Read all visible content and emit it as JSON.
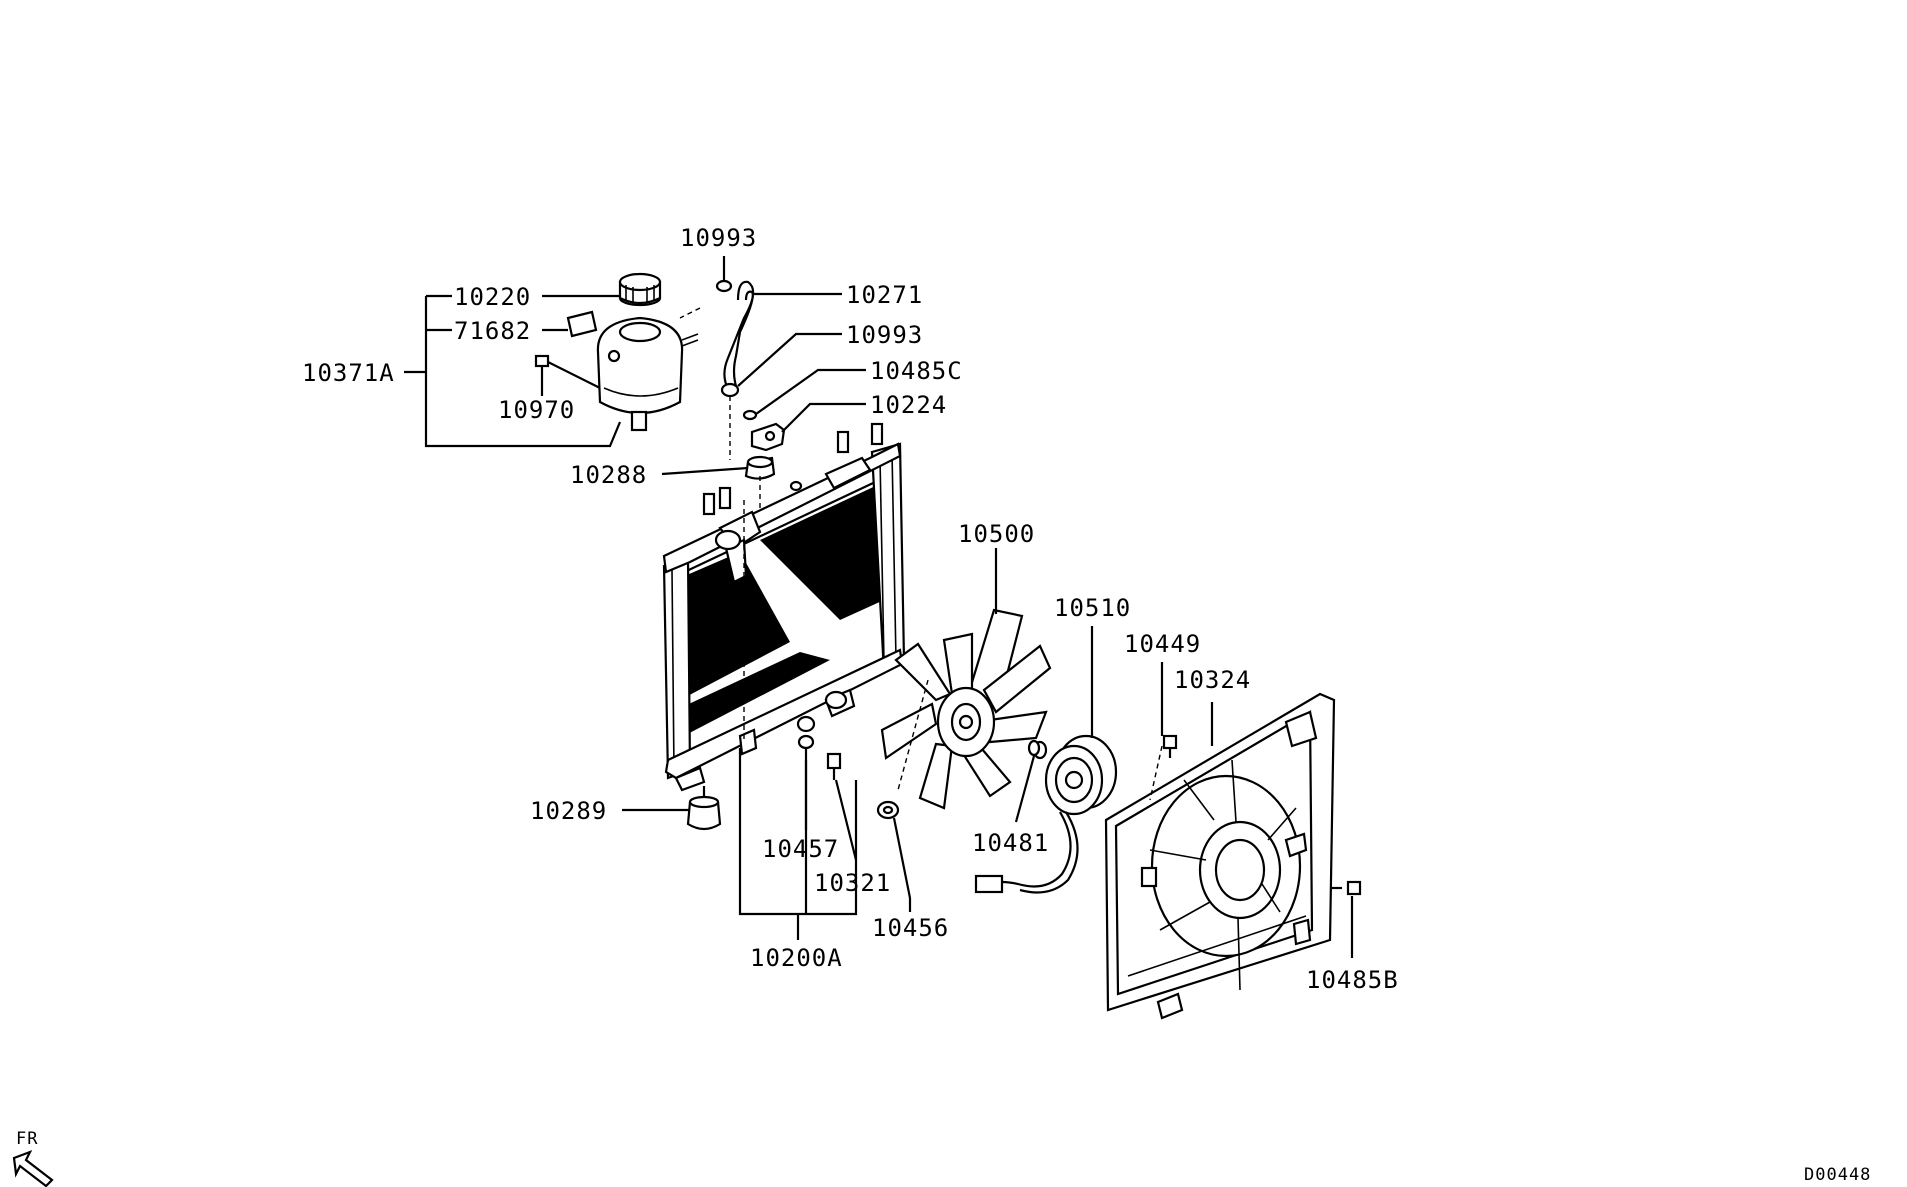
{
  "callouts": {
    "c10993_top": "10993",
    "c10271": "10271",
    "c10220": "10220",
    "c71682": "71682",
    "c10993_mid": "10993",
    "c10371A": "10371A",
    "c10485C": "10485C",
    "c10970": "10970",
    "c10224": "10224",
    "c10288": "10288",
    "c10500": "10500",
    "c10510": "10510",
    "c10449": "10449",
    "c10324": "10324",
    "c10289": "10289",
    "c10457": "10457",
    "c10321": "10321",
    "c10481": "10481",
    "c10456": "10456",
    "c10200A": "10200A",
    "c10485B": "10485B"
  },
  "direction_label": "FR",
  "diagram_code": "D00448"
}
